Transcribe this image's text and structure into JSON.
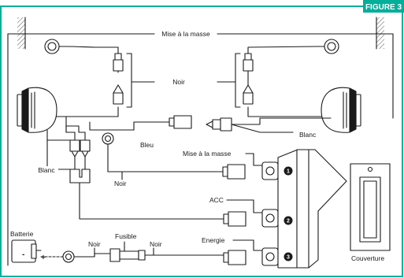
{
  "figure_label": "FIGURE 3",
  "labels": {
    "ground_top": "Mise à la masse",
    "wire_noir_center": "Noir",
    "wire_blanc_left": "Blanc",
    "wire_bleu": "Bleu",
    "wire_noir_mid": "Noir",
    "wire_blanc_right": "Blanc",
    "switch_ground": "Mise à la masse",
    "acc": "ACC",
    "energie": "Energie",
    "batterie": "Batterie",
    "fusible": "Fusible",
    "noir_left": "Noir",
    "noir_right": "Noir",
    "couverture": "Couverture"
  },
  "battery_terminals": {
    "negative": "-",
    "positive": "+"
  },
  "switch_terminals": [
    "1",
    "2",
    "3"
  ],
  "colors": {
    "frame": "#00ae9a",
    "line": "#1a1a1a"
  }
}
